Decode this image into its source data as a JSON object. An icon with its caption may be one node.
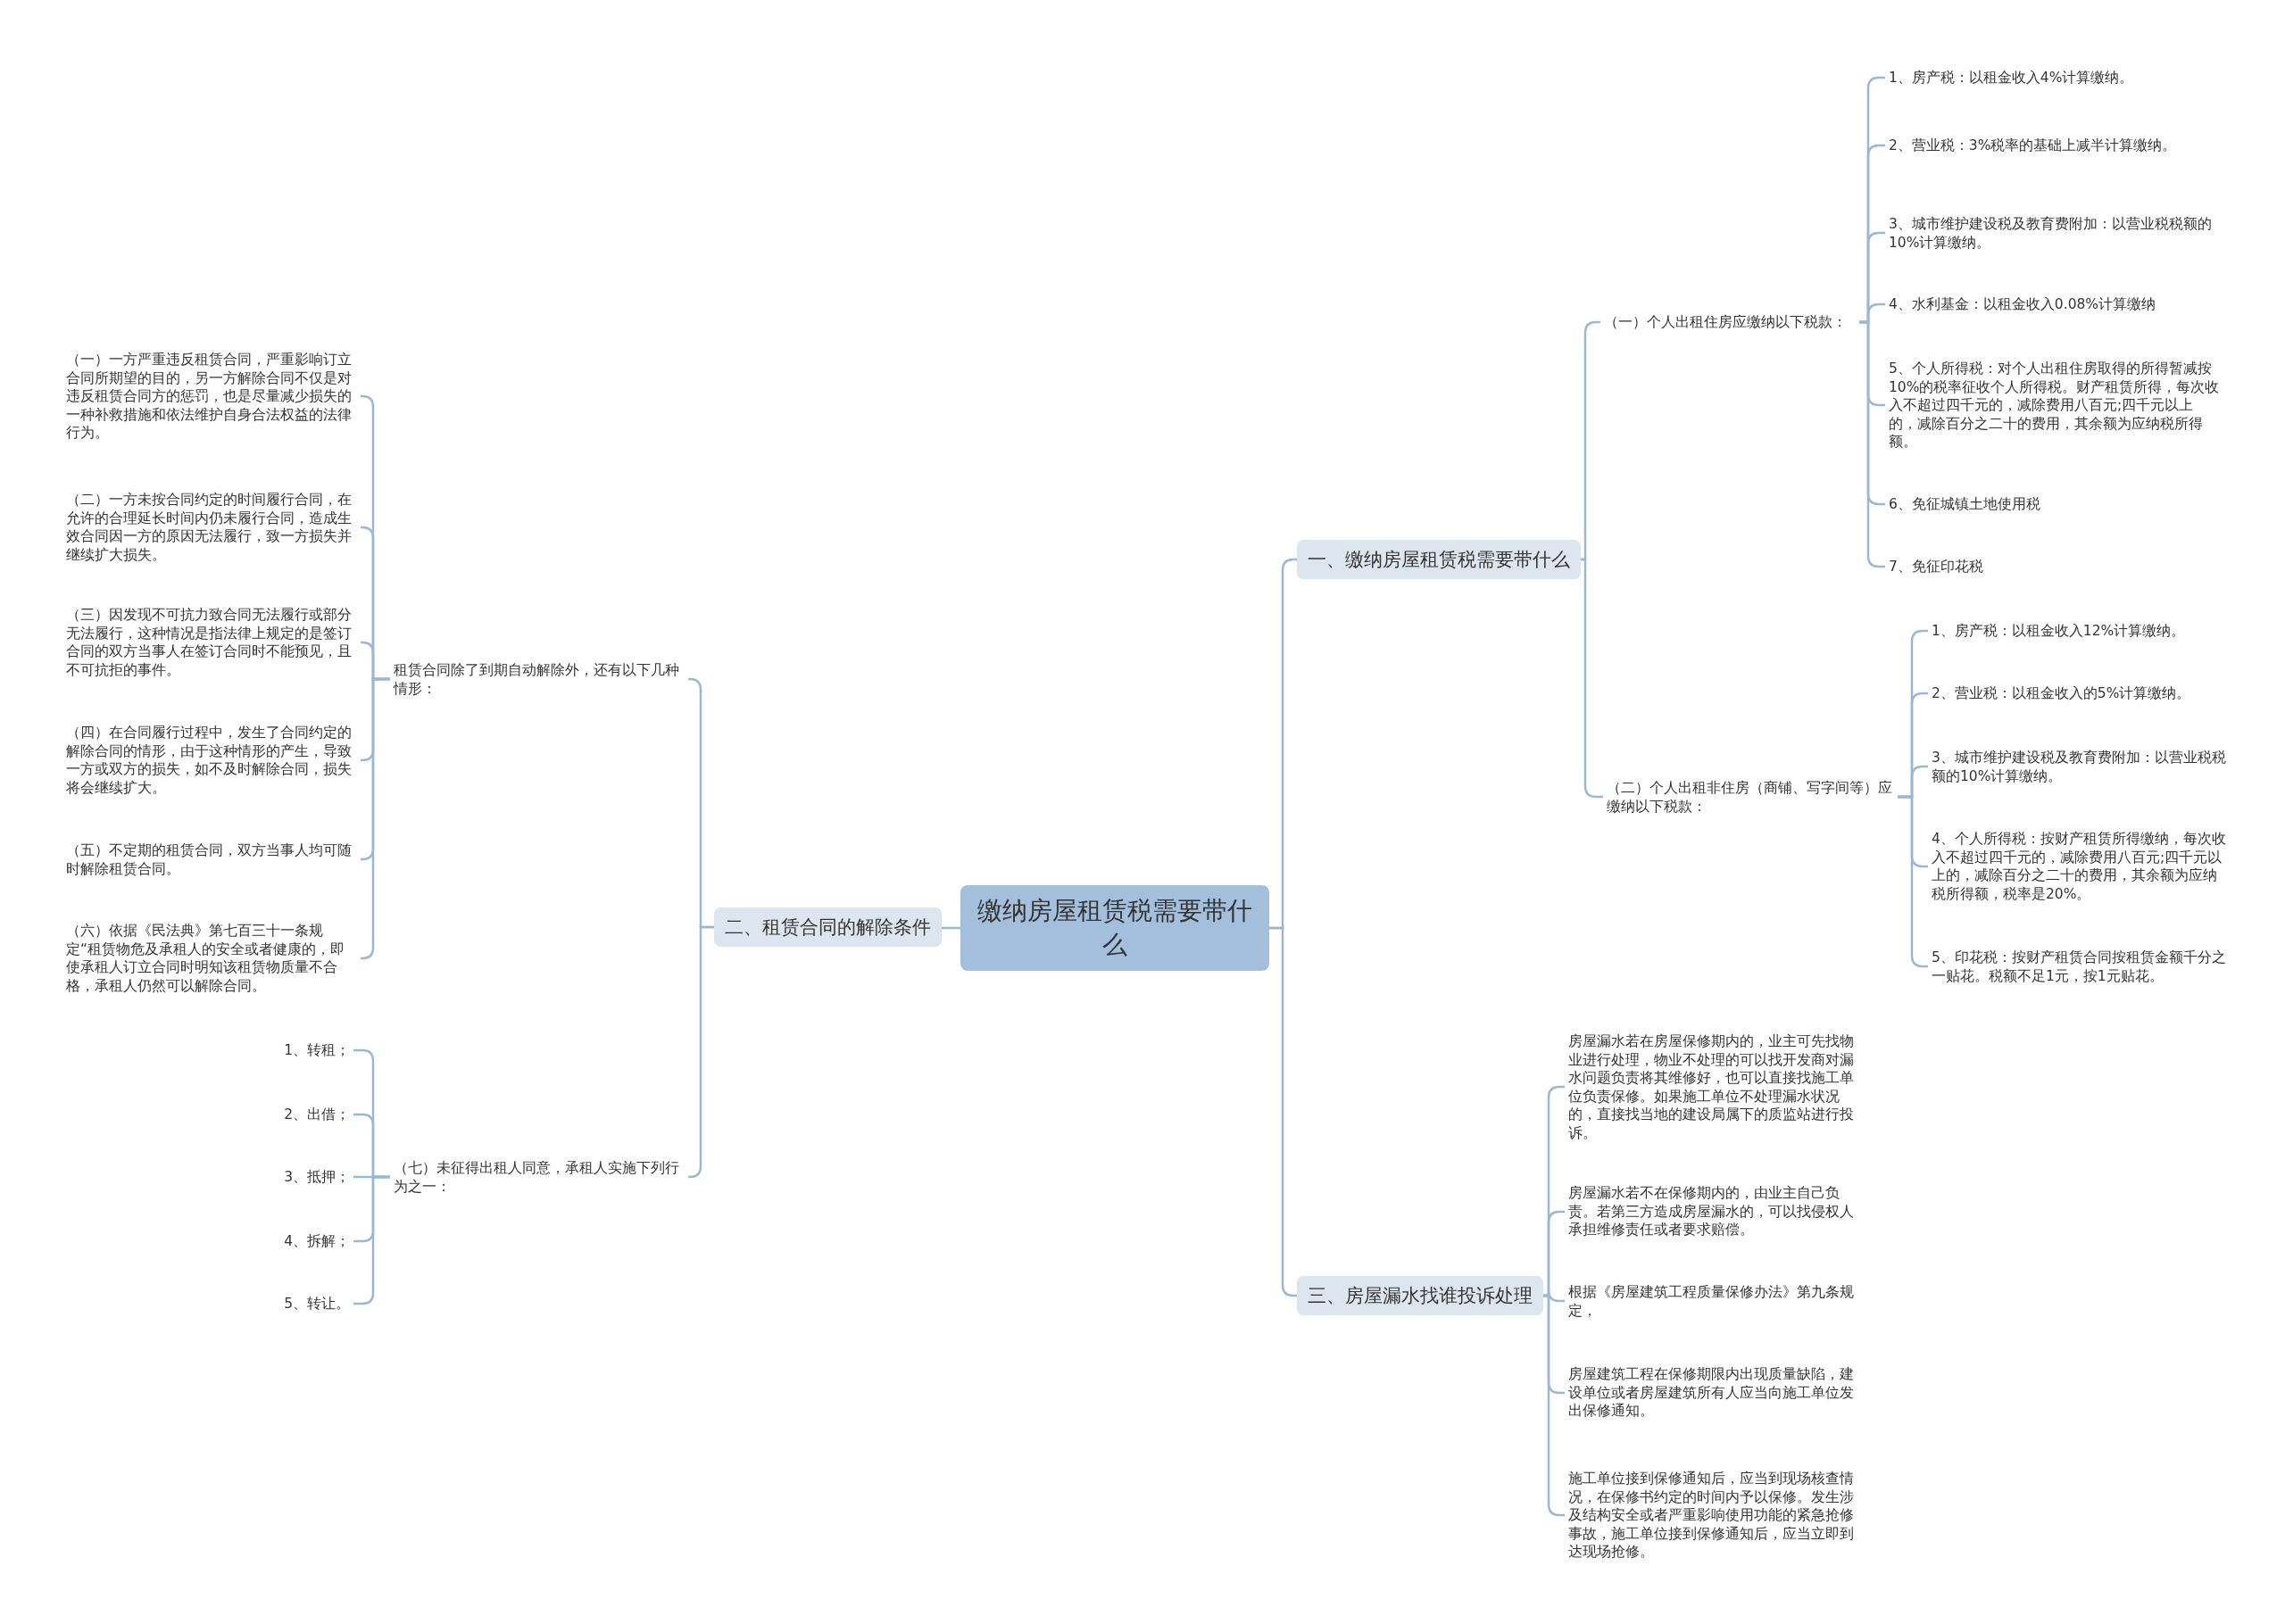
{
  "diagram": {
    "nodes": [
      {
        "text": [
          "缴纳房屋租赁税需要带什么"
        ]
      },
      {
        "text": [
          "一、缴纳房屋租赁税需要带什么"
        ]
      },
      {
        "text": [
          "（一）个人出租住房应缴纳以下税款："
        ]
      },
      {
        "text": [
          "1、房产税：以租金收入4%计算缴纳。"
        ]
      },
      {
        "text": [
          "2、营业税：3%税率的基础上减半计算缴纳。"
        ]
      },
      {
        "text": [
          "3、城市维护建设税及教育费附加：以营业税税额的10%计算缴纳。"
        ]
      },
      {
        "text": [
          "4、水利基金：以租金收入0.08%计算缴纳"
        ]
      },
      {
        "text": [
          "5、个人所得税：对个人出租住房取得的所得暂减按10%的税率征收个人所得税。财产租赁所得，每次收入不超过四千元的，减除费用八百元;四千元以上的，减除百分之二十的费用，其余额为应纳税所得额。"
        ]
      },
      {
        "text": [
          "6、免征城镇土地使用税"
        ]
      },
      {
        "text": [
          "7、免征印花税"
        ]
      },
      {
        "text": [
          "（二）个人出租非住房（商铺、写字间等）应缴纳以下税款："
        ]
      },
      {
        "text": [
          "1、房产税：以租金收入12%计算缴纳。"
        ]
      },
      {
        "text": [
          "2、营业税：以租金收入的5%计算缴纳。"
        ]
      },
      {
        "text": [
          "3、城市维护建设税及教育费附加：以营业税税额的10%计算缴纳。"
        ]
      },
      {
        "text": [
          "4、个人所得税：按财产租赁所得缴纳，每次收入不超过四千元的，减除费用八百元;四千元以上的，减除百分之二十的费用，其余额为应纳税所得额，税率是20%。"
        ]
      },
      {
        "text": [
          "5、印花税：按财产租赁合同按租赁金额千分之一贴花。税额不足1元，按1元贴花。"
        ]
      },
      {
        "text": [
          "二、租赁合同的解除条件"
        ]
      },
      {
        "text": [
          "租赁合同除了到期自动解除外，还有以下几种情形："
        ]
      },
      {
        "text": [
          "（一）一方严重违反租赁合同，严重影响订立合同所期望的目的，另一方解除合同不仅是对违反租赁合同方的惩罚，也是尽量减少损失的一种补救措施和依法维护自身合法权益的法律行为。"
        ]
      },
      {
        "text": [
          "（二）一方未按合同约定的时间履行合同，在允许的合理延长时间内仍未履行合同，造成生效合同因一方的原因无法履行，致一方损失并继续扩大损失。"
        ]
      },
      {
        "text": [
          "（三）因发现不可抗力致合同无法履行或部分无法履行，这种情况是指法律上规定的是签订合同的双方当事人在签订合同时不能预见，且不可抗拒的事件。"
        ]
      },
      {
        "text": [
          "（四）在合同履行过程中，发生了合同约定的解除合同的情形，由于这种情形的产生，导致一方或双方的损失，如不及时解除合同，损失将会继续扩大。"
        ]
      },
      {
        "text": [
          "（五）不定期的租赁合同，双方当事人均可随时解除租赁合同。"
        ]
      },
      {
        "text": [
          "（六）依据《民法典》第七百三十一条规定“租赁物危及承租人的安全或者健康的，即使承租人订立合同时明知该租赁物质量不合格，承租人仍然可以解除合同。"
        ]
      },
      {
        "text": [
          "（七）未征得出租人同意，承租人实施下列行为之一："
        ]
      },
      {
        "text": [
          "1、转租；"
        ]
      },
      {
        "text": [
          "2、出借；"
        ]
      },
      {
        "text": [
          "3、抵押；"
        ]
      },
      {
        "text": [
          "4、拆解；"
        ]
      },
      {
        "text": [
          "5、转让。"
        ]
      },
      {
        "text": [
          "三、房屋漏水找谁投诉处理"
        ]
      },
      {
        "text": [
          "房屋漏水若在房屋保修期内的，业主可先找物业进行处理，物业不处理的可以找开发商对漏水问题负责将其维修好，也可以直接找施工单位负责保修。如果施工单位不处理漏水状况的，直接找当地的建设局属下的质监站进行投诉。"
        ]
      },
      {
        "text": [
          "房屋漏水若不在保修期内的，由业主自己负责。若第三方造成房屋漏水的，可以找侵权人承担维修责任或者要求赔偿。"
        ]
      },
      {
        "text": [
          "根据《房屋建筑工程质量保修办法》第九条规定，"
        ]
      },
      {
        "text": [
          "房屋建筑工程在保修期限内出现质量缺陷，建设单位或者房屋建筑所有人应当向施工单位发出保修通知。"
        ]
      },
      {
        "text": [
          "施工单位接到保修通知后，应当到现场核查情况，在保修书约定的时间内予以保修。发生涉及结构安全或者严重影响使用功能的紧急抢修事故，施工单位接到保修通知后，应当立即到达现场抢修。"
        ]
      }
    ],
    "edges": [
      {
        "from": 0,
        "to": 1,
        "arrow": "none"
      },
      {
        "from": 0,
        "to": 16,
        "arrow": "none"
      },
      {
        "from": 0,
        "to": 30,
        "arrow": "none"
      },
      {
        "from": 1,
        "to": 2,
        "arrow": "none"
      },
      {
        "from": 1,
        "to": 10,
        "arrow": "none"
      },
      {
        "from": 2,
        "to": 3,
        "arrow": "none"
      },
      {
        "from": 2,
        "to": 4,
        "arrow": "none"
      },
      {
        "from": 2,
        "to": 5,
        "arrow": "none"
      },
      {
        "from": 2,
        "to": 6,
        "arrow": "none"
      },
      {
        "from": 2,
        "to": 7,
        "arrow": "none"
      },
      {
        "from": 2,
        "to": 8,
        "arrow": "none"
      },
      {
        "from": 2,
        "to": 9,
        "arrow": "none"
      },
      {
        "from": 10,
        "to": 11,
        "arrow": "none"
      },
      {
        "from": 10,
        "to": 12,
        "arrow": "none"
      },
      {
        "from": 10,
        "to": 13,
        "arrow": "none"
      },
      {
        "from": 10,
        "to": 14,
        "arrow": "none"
      },
      {
        "from": 10,
        "to": 15,
        "arrow": "none"
      },
      {
        "from": 16,
        "to": 17,
        "arrow": "none"
      },
      {
        "from": 16,
        "to": 24,
        "arrow": "none"
      },
      {
        "from": 17,
        "to": 18,
        "arrow": "none"
      },
      {
        "from": 17,
        "to": 19,
        "arrow": "none"
      },
      {
        "from": 17,
        "to": 20,
        "arrow": "none"
      },
      {
        "from": 17,
        "to": 21,
        "arrow": "none"
      },
      {
        "from": 17,
        "to": 22,
        "arrow": "none"
      },
      {
        "from": 17,
        "to": 23,
        "arrow": "none"
      },
      {
        "from": 24,
        "to": 25,
        "arrow": "none"
      },
      {
        "from": 24,
        "to": 26,
        "arrow": "none"
      },
      {
        "from": 24,
        "to": 27,
        "arrow": "none"
      },
      {
        "from": 24,
        "to": 28,
        "arrow": "none"
      },
      {
        "from": 24,
        "to": 29,
        "arrow": "none"
      },
      {
        "from": 30,
        "to": 31,
        "arrow": "none"
      },
      {
        "from": 30,
        "to": 32,
        "arrow": "none"
      },
      {
        "from": 30,
        "to": 33,
        "arrow": "none"
      },
      {
        "from": 30,
        "to": 34,
        "arrow": "none"
      },
      {
        "from": 30,
        "to": 35,
        "arrow": "none"
      }
    ]
  }
}
